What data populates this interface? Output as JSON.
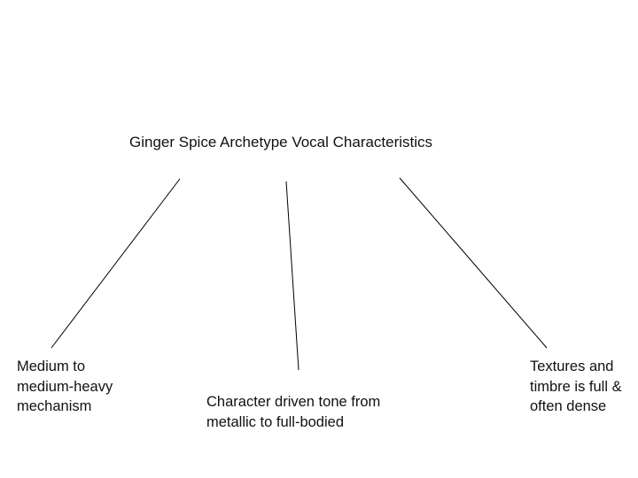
{
  "diagram": {
    "title": "Ginger Spice Archetype Vocal Characteristics",
    "nodes": [
      {
        "lines": [
          "Medium to",
          "medium-heavy",
          "mechanism"
        ]
      },
      {
        "lines": [
          "Character driven tone from",
          "metallic to full-bodied"
        ]
      },
      {
        "lines": [
          "Textures and",
          "timbre is full &",
          "often dense"
        ]
      }
    ],
    "line_color": "#000000"
  }
}
